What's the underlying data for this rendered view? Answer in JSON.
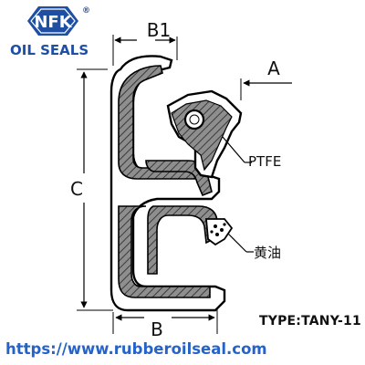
{
  "brand": {
    "logo_text": "NFK",
    "registered_mark": "®",
    "subtitle": "OIL SEALS",
    "colors": {
      "logo_blue": "#1f4fa3",
      "url_blue": "#2563c9"
    }
  },
  "dimensions": {
    "b1": "B1",
    "a": "A",
    "c": "C",
    "b": "B"
  },
  "callouts": {
    "ptfe": "PTFE",
    "grease": "黄油"
  },
  "footer": {
    "type": "TYPE:TANY-11",
    "url": "https://www.rubberoilseal.com"
  }
}
